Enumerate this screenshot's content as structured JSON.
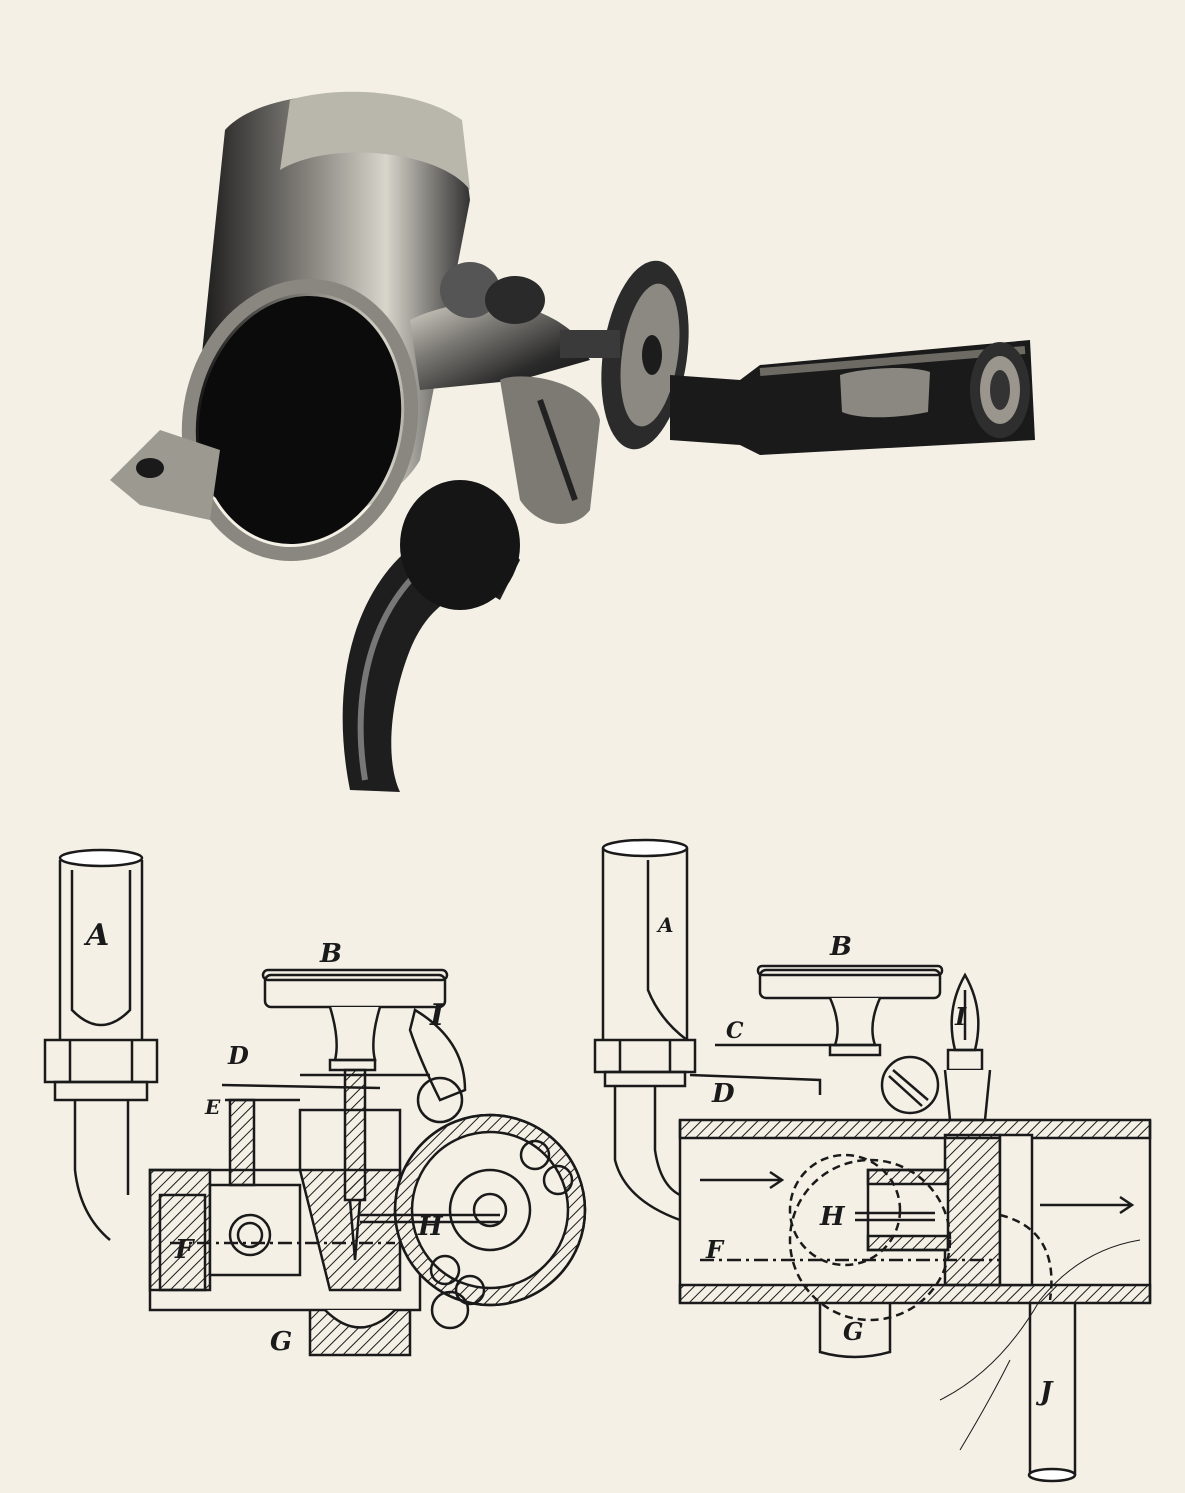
{
  "colors": {
    "paper": "#f4f0e6",
    "ink": "#1a1a1a",
    "metal_dark": "#141414",
    "metal_mid": "#4a4a4a",
    "metal_light": "#bdbdb5"
  },
  "photo": {
    "subject": "photograph of a cast valve / burner fitting"
  },
  "left_diagram": {
    "labels": [
      "A",
      "B",
      "D",
      "E",
      "I",
      "F",
      "H",
      "G"
    ]
  },
  "right_diagram": {
    "labels": [
      "A",
      "B",
      "C",
      "I",
      "D",
      "H",
      "F",
      "G",
      "J"
    ]
  }
}
